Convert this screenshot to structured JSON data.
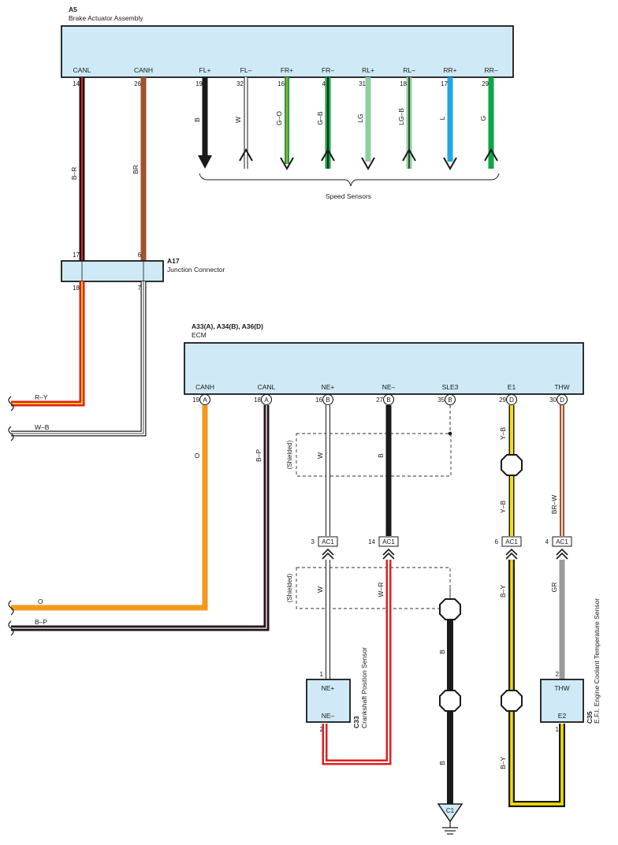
{
  "components": {
    "a5": {
      "code": "A5",
      "name": "Brake Actuator Assembly",
      "terminals": [
        {
          "label": "CANL",
          "pin": "14"
        },
        {
          "label": "CANH",
          "pin": "26"
        },
        {
          "label": "FL+",
          "pin": "19"
        },
        {
          "label": "FL–",
          "pin": "32"
        },
        {
          "label": "FR+",
          "pin": "16"
        },
        {
          "label": "FR–",
          "pin": "4"
        },
        {
          "label": "RL+",
          "pin": "31"
        },
        {
          "label": "RL–",
          "pin": "18"
        },
        {
          "label": "RR+",
          "pin": "17"
        },
        {
          "label": "RR–",
          "pin": "29"
        }
      ]
    },
    "a17": {
      "code": "A17",
      "name": "Junction Connector",
      "pins_top": [
        "17",
        "6"
      ],
      "pins_bottom": [
        "18",
        "7"
      ]
    },
    "ecm": {
      "code": "A33(A), A34(B), A36(D)",
      "name": "ECM",
      "terminals": [
        {
          "label": "CANH",
          "pin": "19",
          "conn": "A"
        },
        {
          "label": "CANL",
          "pin": "18",
          "conn": "A"
        },
        {
          "label": "NE+",
          "pin": "16",
          "conn": "B"
        },
        {
          "label": "NE–",
          "pin": "27",
          "conn": "B"
        },
        {
          "label": "SLE3",
          "pin": "35",
          "conn": "B"
        },
        {
          "label": "E1",
          "pin": "29",
          "conn": "D"
        },
        {
          "label": "THW",
          "pin": "30",
          "conn": "D"
        }
      ]
    },
    "c33": {
      "code": "C33",
      "name": "Crankshaft Position Sensor",
      "pin1": "1",
      "pin2": "2",
      "term1": "NE+",
      "term2": "NE–"
    },
    "c35": {
      "code": "C35",
      "name": "E.F.I. Engine Coolant Temperature Sensor",
      "pin1": "2",
      "pin2": "1",
      "term1": "THW",
      "term2": "E2"
    }
  },
  "speed_sensors_label": "Speed Sensors",
  "speed_sensor_wires": [
    "B",
    "W",
    "G–O",
    "G–B",
    "LG",
    "LG–B",
    "L",
    "G"
  ],
  "wire_labels": {
    "a5_canl": "B–R",
    "a5_canh": "BR",
    "ry": "R–Y",
    "wb": "W–B",
    "ecm_canh": "O",
    "ecm_canl": "B–P",
    "ne_plus_1": "W",
    "ne_minus_1": "B",
    "ne_plus_2": "W",
    "ne_minus_2": "W–R",
    "e1_1": "Y–B",
    "e1_2": "Y–B",
    "thw_1": "BR–W",
    "e1_3": "B–Y",
    "thw_2": "GR",
    "ground_1": "B",
    "ground_2": "B",
    "e1_4": "B–Y",
    "o_left": "O",
    "bp_left": "B–P"
  },
  "shielded_label": "(Shielded)",
  "ac1": [
    {
      "pin": "3",
      "label": "AC1"
    },
    {
      "pin": "14",
      "label": "AC1"
    },
    {
      "pin": "6",
      "label": "AC1"
    },
    {
      "pin": "4",
      "label": "AC1"
    }
  ],
  "ground_label": "C1",
  "colors": {
    "box_fill": "#cfeaf6",
    "black": "#1a1a1a",
    "brown": "#a0522d",
    "red": "#e02020",
    "yellow": "#f5e000",
    "orange": "#f39a1e",
    "green": "#0ea548",
    "light_green": "#8fcf98",
    "blue": "#1ca8e0",
    "gray": "#9a9a9a",
    "pink": "#e0b0d0"
  }
}
